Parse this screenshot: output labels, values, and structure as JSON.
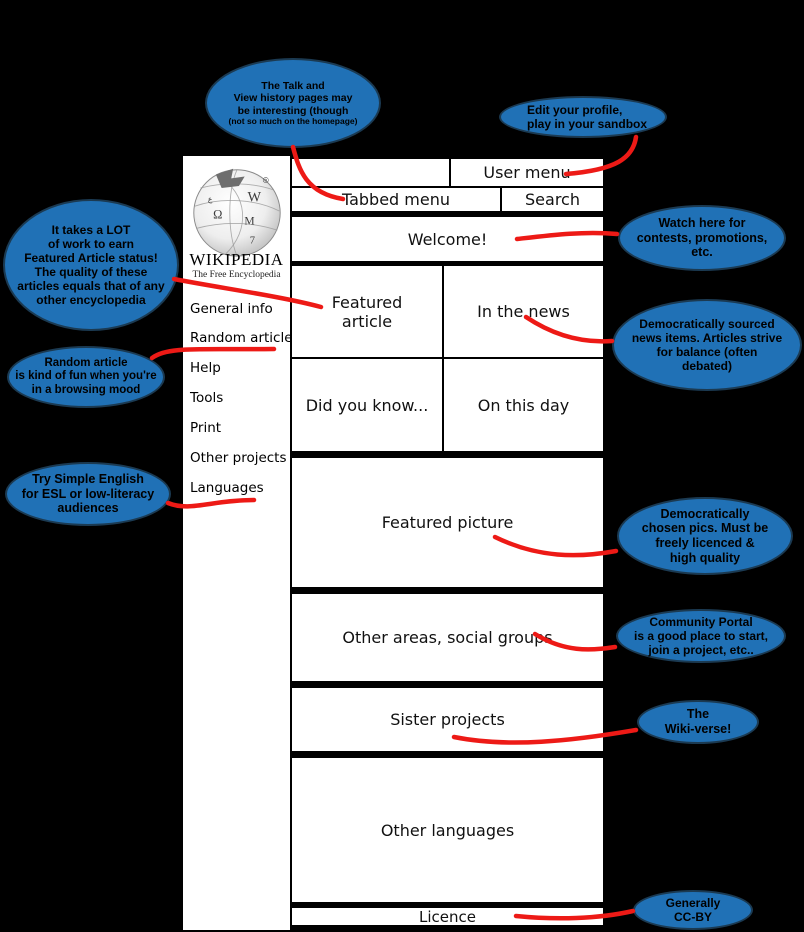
{
  "colors": {
    "background": "#000000",
    "bubble_fill": "#2071b6",
    "connector_red": "#ed1a16",
    "page": "#ffffff"
  },
  "sidebar": {
    "logo": "wikipedia-globe",
    "wordmark": "WIKIPEDIA",
    "tagline": "The Free Encyclopedia",
    "items": [
      "General info",
      "Random article",
      "Help",
      "Tools",
      "Print",
      "Other projects",
      "Languages"
    ]
  },
  "wireframe": {
    "user_menu": "User menu",
    "tabbed_menu": "Tabbed menu",
    "search": "Search",
    "welcome": "Welcome!",
    "featured_article": "Featured\narticle",
    "in_the_news": "In the news",
    "did_you_know": "Did you know...",
    "on_this_day": "On this day",
    "featured_picture": "Featured picture",
    "other_areas": "Other areas, social groups",
    "sister_projects": "Sister projects",
    "other_languages": "Other languages",
    "licence": "Licence"
  },
  "annotations": [
    {
      "text": "The Talk and\nView history pages may\nbe interesting (though",
      "note": "(not so much on the homepage)",
      "points_to": "Tabbed menu"
    },
    {
      "text": "Edit your profile,\nplay in your sandbox",
      "points_to": "User menu"
    },
    {
      "text": "It takes a LOT\nof work to earn\nFeatured Article status!\nThe quality of these\narticles equals that of any\nother encyclopedia",
      "points_to": "Featured article"
    },
    {
      "text": "Watch here for\ncontests, promotions,\netc.",
      "points_to": "Welcome!"
    },
    {
      "text": "Democratically sourced\nnews items. Articles strive\nfor balance (often\ndebated)",
      "points_to": "In the news"
    },
    {
      "text": "Random article\nis kind of fun when you're\nin a browsing mood",
      "points_to": "Random article"
    },
    {
      "text": "Try Simple English\nfor ESL or low-literacy\naudiences",
      "points_to": "Languages"
    },
    {
      "text": "Democratically\nchosen pics. Must be\nfreely licenced &\nhigh quality",
      "points_to": "Featured picture"
    },
    {
      "text": "Community Portal\nis a good place to start,\njoin a project, etc..",
      "points_to": "Other areas, social groups"
    },
    {
      "text": "The\nWiki-verse!",
      "points_to": "Sister projects"
    },
    {
      "text": "Generally\nCC-BY",
      "points_to": "Licence"
    }
  ]
}
